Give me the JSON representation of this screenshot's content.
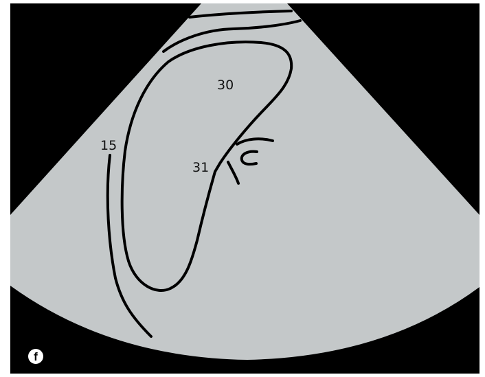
{
  "colors": {
    "background": "#000000",
    "sector": "#c4c8c9",
    "outline": "#000000",
    "badge": "#ffffff"
  },
  "labels": {
    "structure_15": "15",
    "structure_30": "30",
    "structure_31": "31"
  },
  "panel": {
    "letter": "f"
  }
}
